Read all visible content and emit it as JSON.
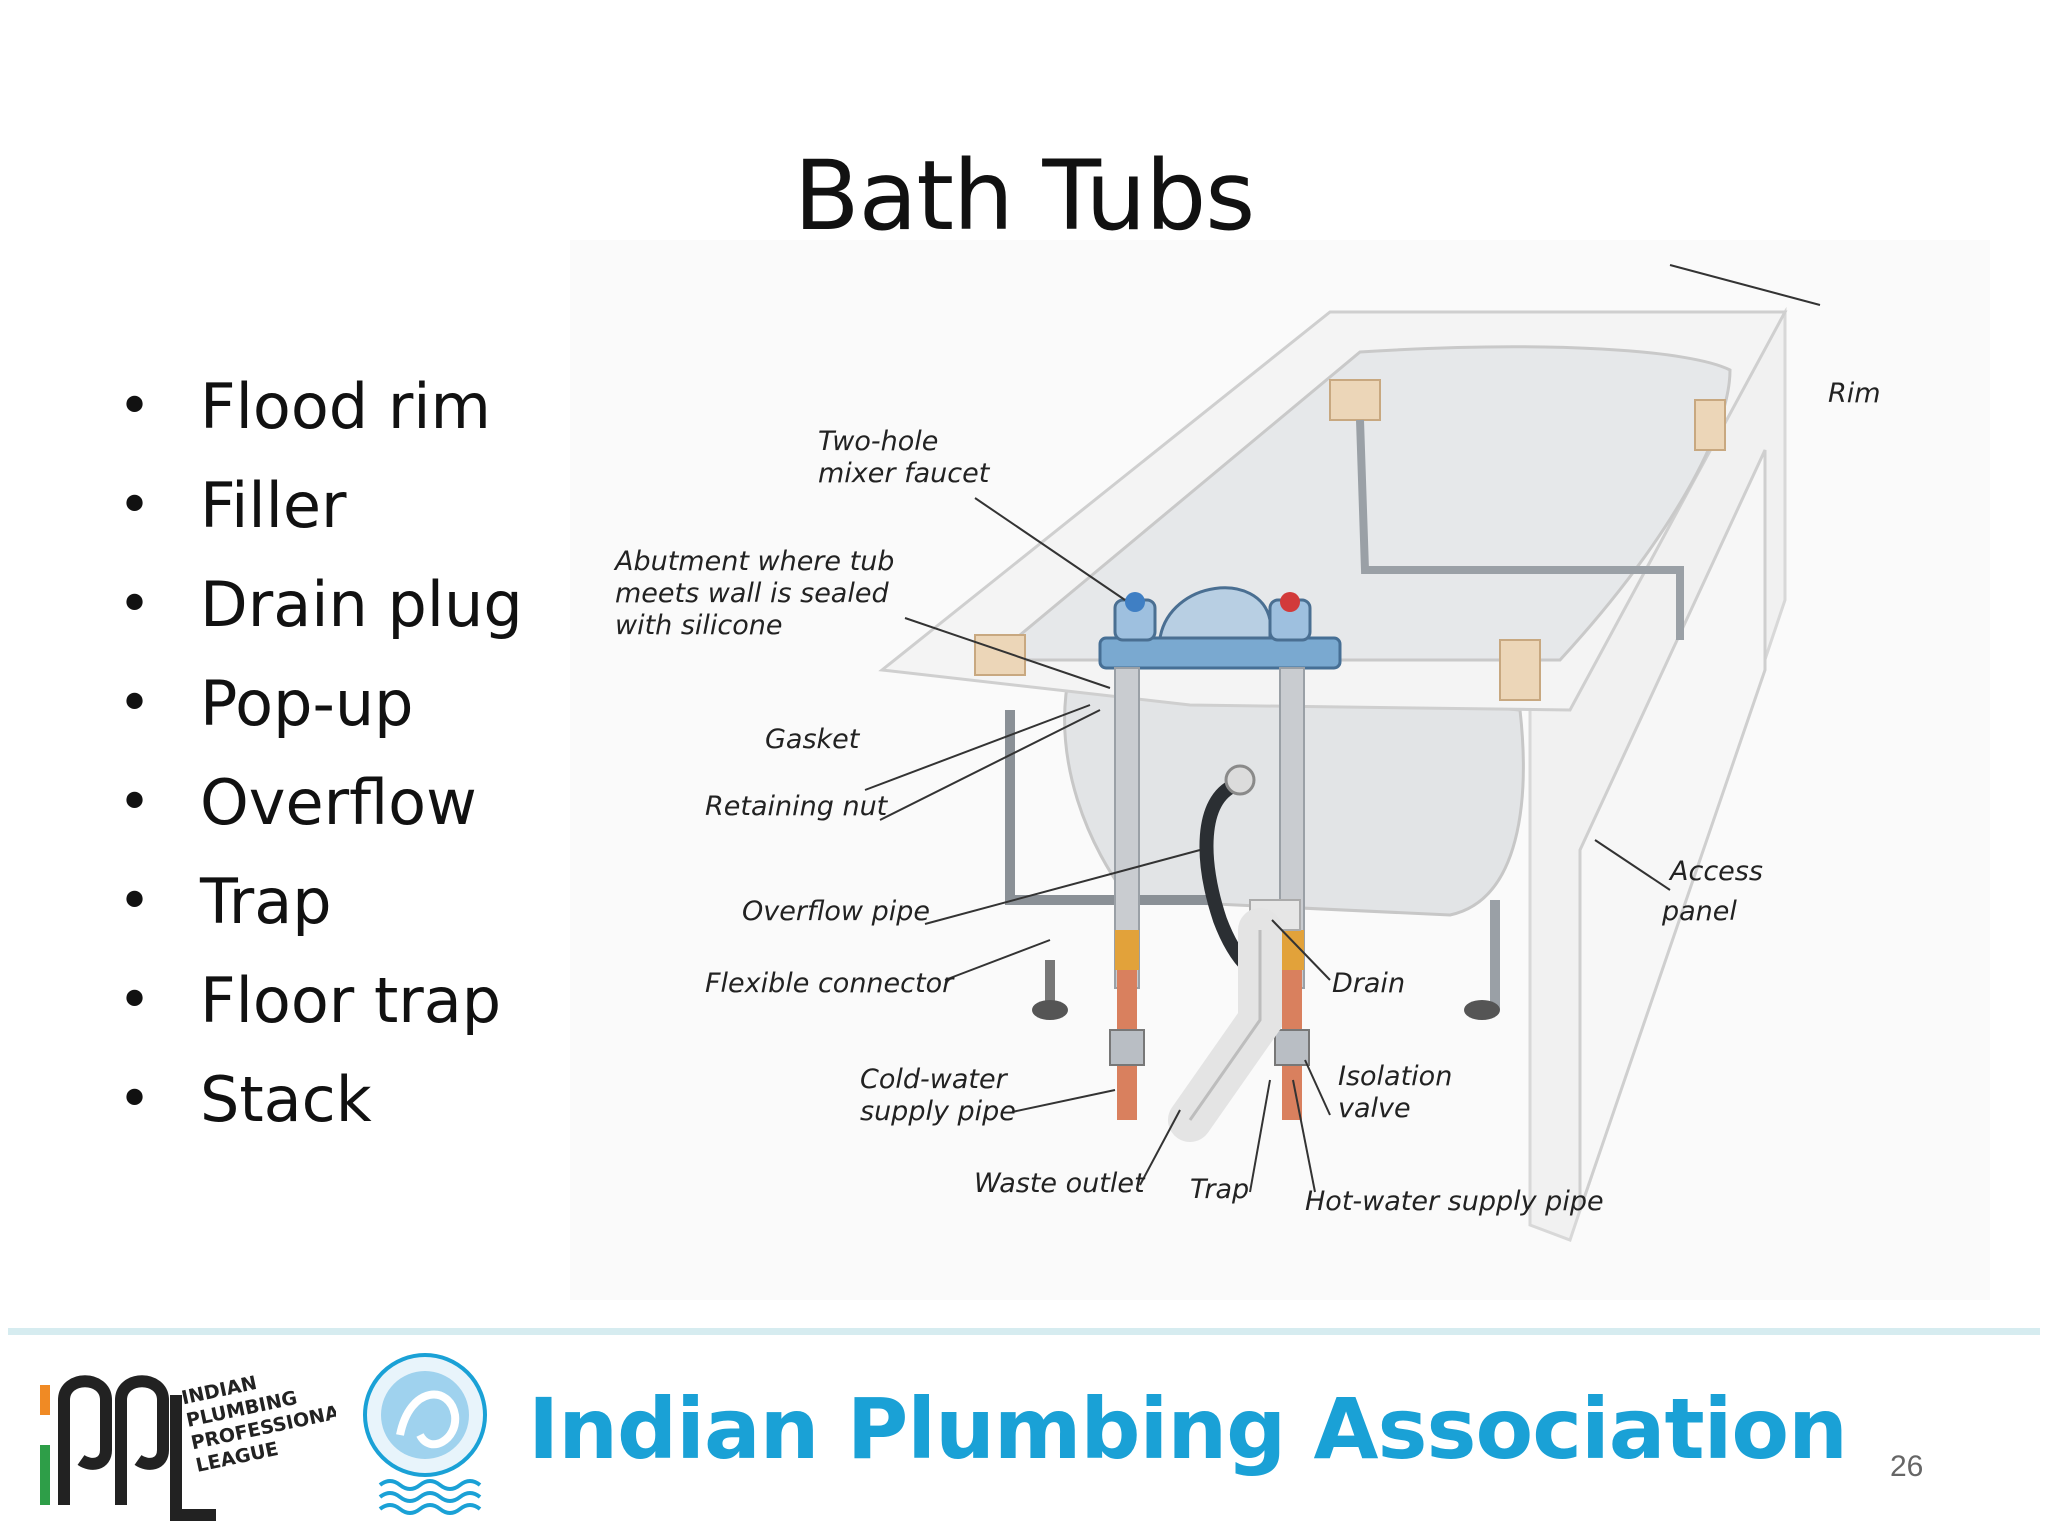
{
  "slide": {
    "title": "Bath Tubs",
    "bullets": [
      "Flood rim",
      "Filler",
      "Drain plug",
      "Pop-up",
      "Overflow",
      "Trap",
      "Floor trap",
      "Stack"
    ],
    "page_number": "26"
  },
  "diagram": {
    "labels": {
      "rim": "Rim",
      "faucet_1": "Two-hole",
      "faucet_2": "mixer faucet",
      "abutment_1": "Abutment where tub",
      "abutment_2": "meets wall is sealed",
      "abutment_3": "with silicone",
      "gasket": "Gasket",
      "retaining_nut": "Retaining nut",
      "overflow_pipe": "Overflow pipe",
      "flexible_connector": "Flexible connector",
      "cold_1": "Cold-water",
      "cold_2": "supply pipe",
      "waste_outlet": "Waste outlet",
      "trap": "Trap",
      "hot_water": "Hot-water supply pipe",
      "isolation_1": "Isolation",
      "isolation_2": "valve",
      "drain": "Drain",
      "access_1": "Access",
      "access_2": "panel"
    }
  },
  "footer": {
    "organization": "Indian Plumbing Association",
    "ippl_logo_text": [
      "INDIAN",
      "PLUMBING",
      "PROFESSIONALS",
      "LEAGUE"
    ],
    "colors": {
      "accent": "#1aa1d6",
      "divider": "#d6ecf0",
      "ippl_orange": "#f08a24",
      "ippl_green": "#2e9e48"
    }
  }
}
